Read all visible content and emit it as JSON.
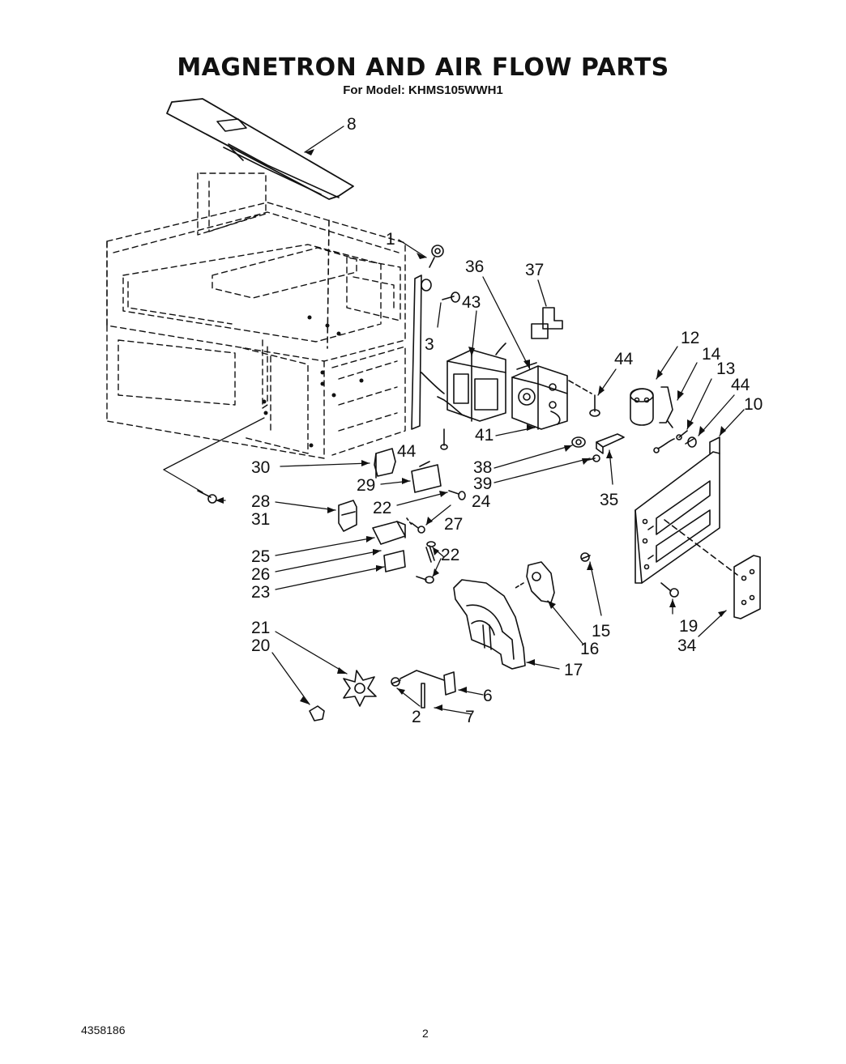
{
  "title": "MAGNETRON AND AIR FLOW PARTS",
  "subtitle": "For Model: KHMS105WWH1",
  "document_number": "4358186",
  "page_number": "2",
  "callouts": [
    "8",
    "1",
    "36",
    "37",
    "43",
    "3",
    "44",
    "12",
    "14",
    "13",
    "44",
    "10",
    "41",
    "44",
    "30",
    "38",
    "39",
    "35",
    "29",
    "28",
    "22",
    "24",
    "31",
    "27",
    "22",
    "25",
    "26",
    "23",
    "15",
    "16",
    "19",
    "34",
    "21",
    "20",
    "17",
    "6",
    "2",
    "7"
  ]
}
